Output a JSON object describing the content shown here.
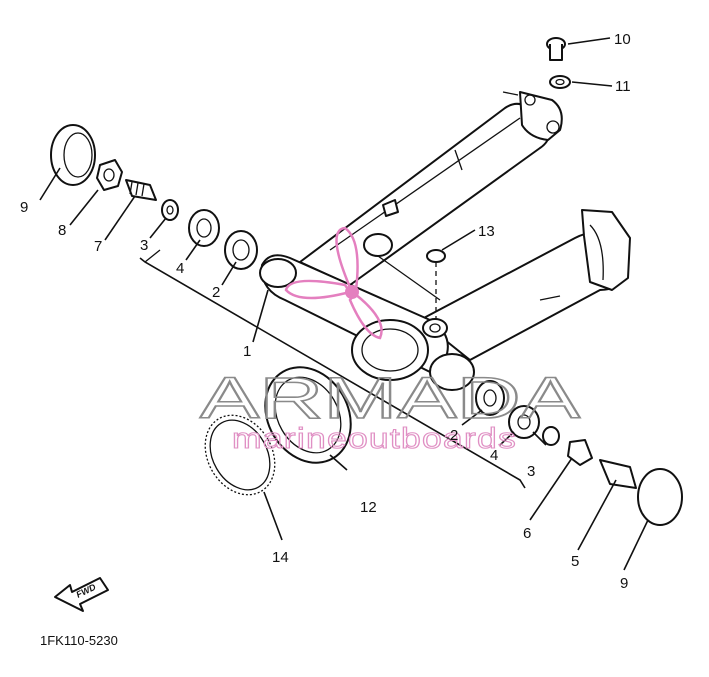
{
  "diagram": {
    "drawing_code": "1FK110-5230",
    "fwd_label": "FWD",
    "callouts": [
      "1",
      "2",
      "2",
      "3",
      "3",
      "4",
      "4",
      "5",
      "6",
      "7",
      "8",
      "9",
      "9",
      "10",
      "11",
      "12",
      "13",
      "14"
    ]
  },
  "watermark": {
    "brand": "ARMADA",
    "tagline": "marineoutboards",
    "logo_color": "#e47fbf",
    "text_color": "#8a8a8a"
  }
}
